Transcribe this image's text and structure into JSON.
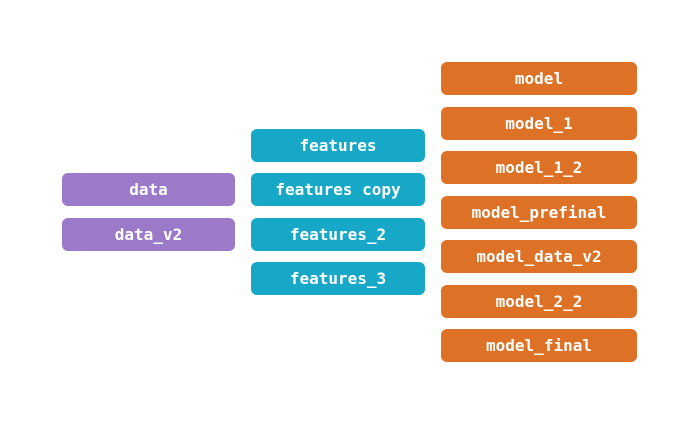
{
  "diagram": {
    "background": "#ffffff",
    "text_color": "#ffffff",
    "columns": [
      {
        "id": "data",
        "color": "#9b7bc9",
        "nodes": [
          {
            "label": "data"
          },
          {
            "label": "data_v2"
          }
        ]
      },
      {
        "id": "features",
        "color": "#16a8c6",
        "nodes": [
          {
            "label": "features"
          },
          {
            "label": "features copy"
          },
          {
            "label": "features_2"
          },
          {
            "label": "features_3"
          }
        ]
      },
      {
        "id": "model",
        "color": "#dd7126",
        "nodes": [
          {
            "label": "model"
          },
          {
            "label": "model_1"
          },
          {
            "label": "model_1_2"
          },
          {
            "label": "model_prefinal"
          },
          {
            "label": "model_data_v2"
          },
          {
            "label": "model_2_2"
          },
          {
            "label": "model_final"
          }
        ]
      }
    ]
  }
}
